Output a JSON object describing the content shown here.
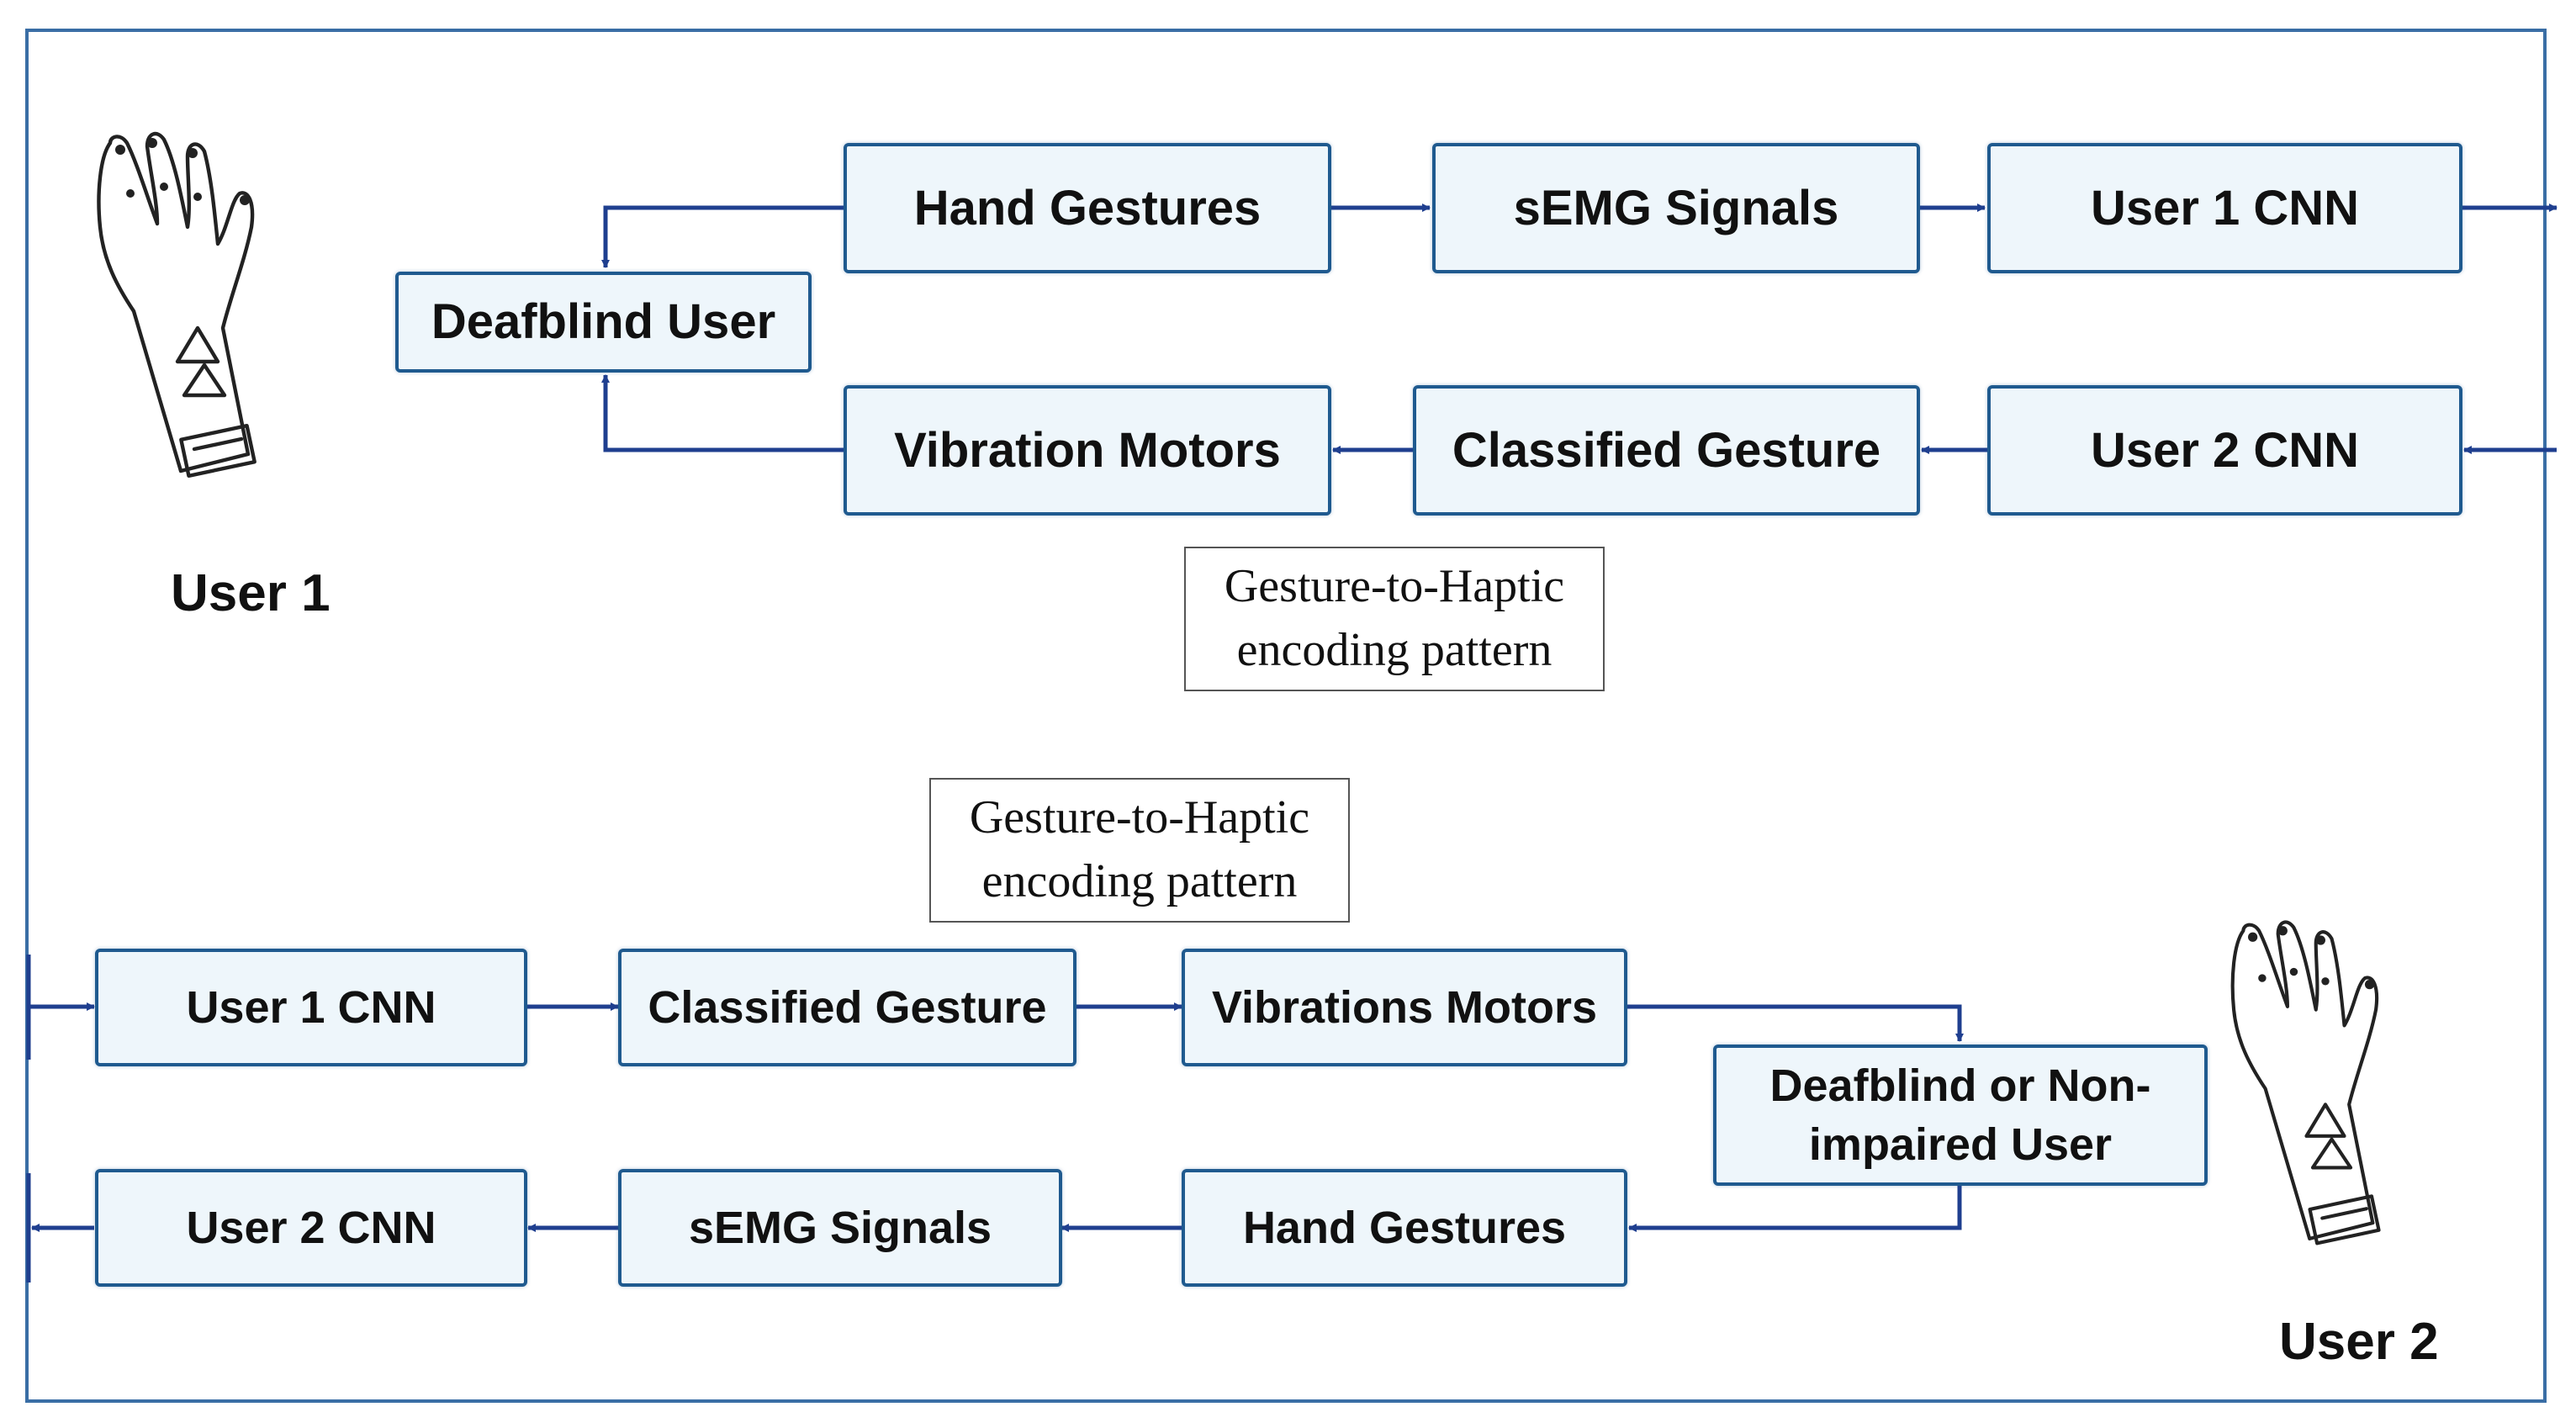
{
  "colors": {
    "frame": "#3a6ea5",
    "box_border": "#1f5a8f",
    "box_fill": "#eef6fb",
    "arrow": "#1f3f8f"
  },
  "icons": {
    "hand": "gloved-hand-icon"
  },
  "top": {
    "deafblind_user": "Deafblind User",
    "hand_gestures": "Hand Gestures",
    "semg_signals": "sEMG Signals",
    "user1_cnn": "User 1 CNN",
    "vibration_motors": "Vibration Motors",
    "classified_gesture": "Classified Gesture",
    "user2_cnn": "User 2 CNN",
    "note": "Gesture-to-Haptic\nencoding pattern",
    "user_label": "User 1"
  },
  "bottom": {
    "note": "Gesture-to-Haptic\nencoding pattern",
    "user1_cnn": "User 1 CNN",
    "classified_gesture": "Classified Gesture",
    "vibrations_motors": "Vibrations Motors",
    "deafblind_or_non": "Deafblind or Non-impaired User",
    "user2_cnn": "User 2 CNN",
    "semg_signals": "sEMG Signals",
    "hand_gestures": "Hand Gestures",
    "user_label": "User 2"
  }
}
